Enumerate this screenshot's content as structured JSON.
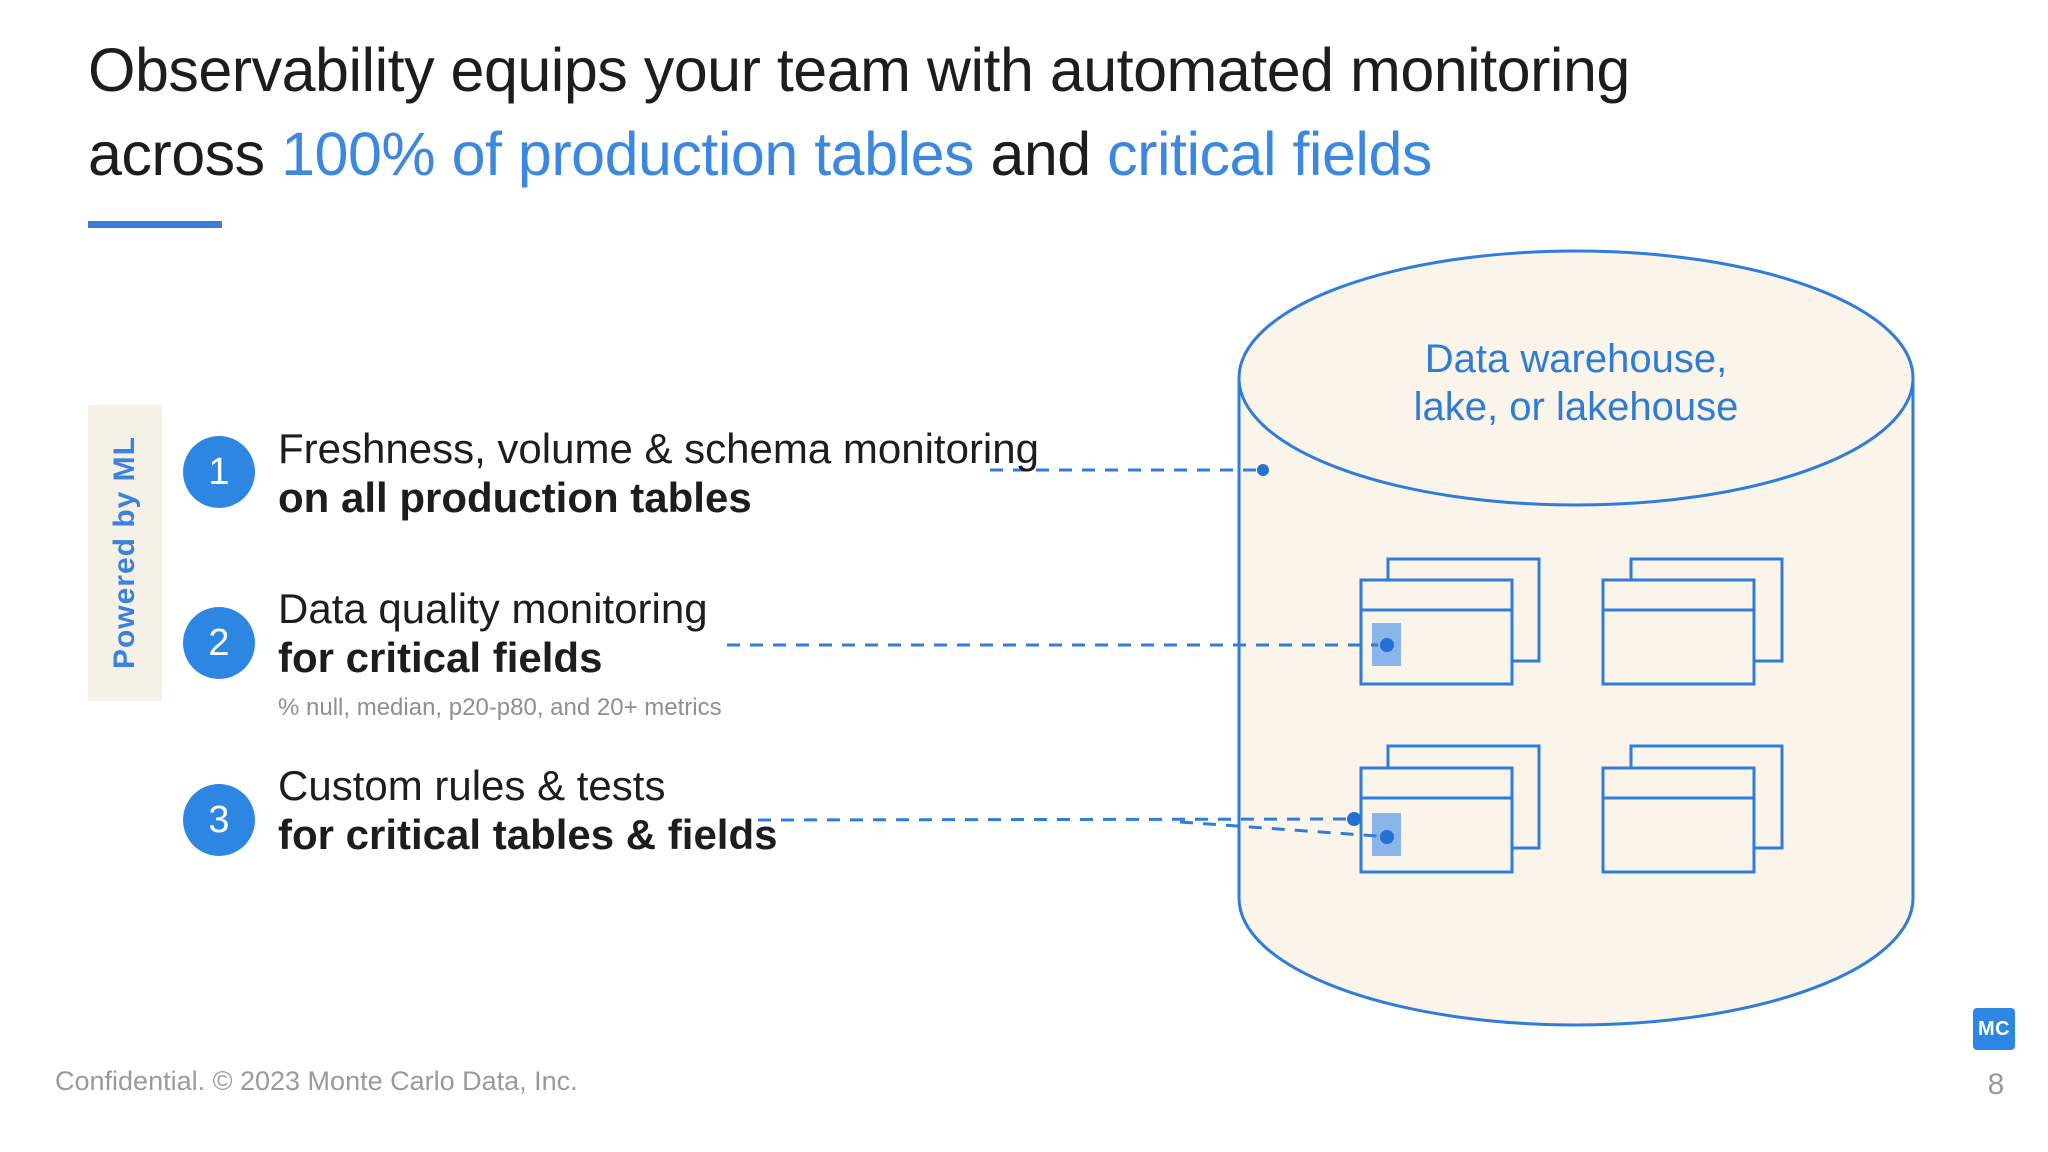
{
  "title": {
    "line1": "Observability equips your team with automated monitoring",
    "line2": {
      "t1": "across ",
      "h1": "100% of production tables",
      "t2": " and ",
      "h2": "critical fields"
    }
  },
  "sidebar": {
    "label": "Powered by ML"
  },
  "items": [
    {
      "number": "1",
      "line1": "Freshness, volume & schema monitoring",
      "line2": "on all production tables"
    },
    {
      "number": "2",
      "line1": "Data quality monitoring",
      "line2": "for critical fields",
      "subtext": "% null, median, p20-p80, and 20+ metrics"
    },
    {
      "number": "3",
      "line1": "Custom rules & tests",
      "line2": "for critical tables & fields"
    }
  ],
  "diagram": {
    "label_line1": "Data warehouse,",
    "label_line2": "lake, or lakehouse"
  },
  "footer": {
    "confidential": "Confidential. © 2023 Monte Carlo Data, Inc.",
    "page_number": "8",
    "logo": "MC"
  },
  "colors": {
    "accent_blue": "#2e86e3",
    "stroke_blue": "#2f7cd9",
    "title_highlight_blue": "#3c87e0",
    "cream_fill": "#faf4ea",
    "strip_cream": "#f6f1e6",
    "cell_highlight_blue": "#8ab5ea",
    "dot_blue": "#2470d4",
    "gray_text": "#9a9a9c"
  }
}
